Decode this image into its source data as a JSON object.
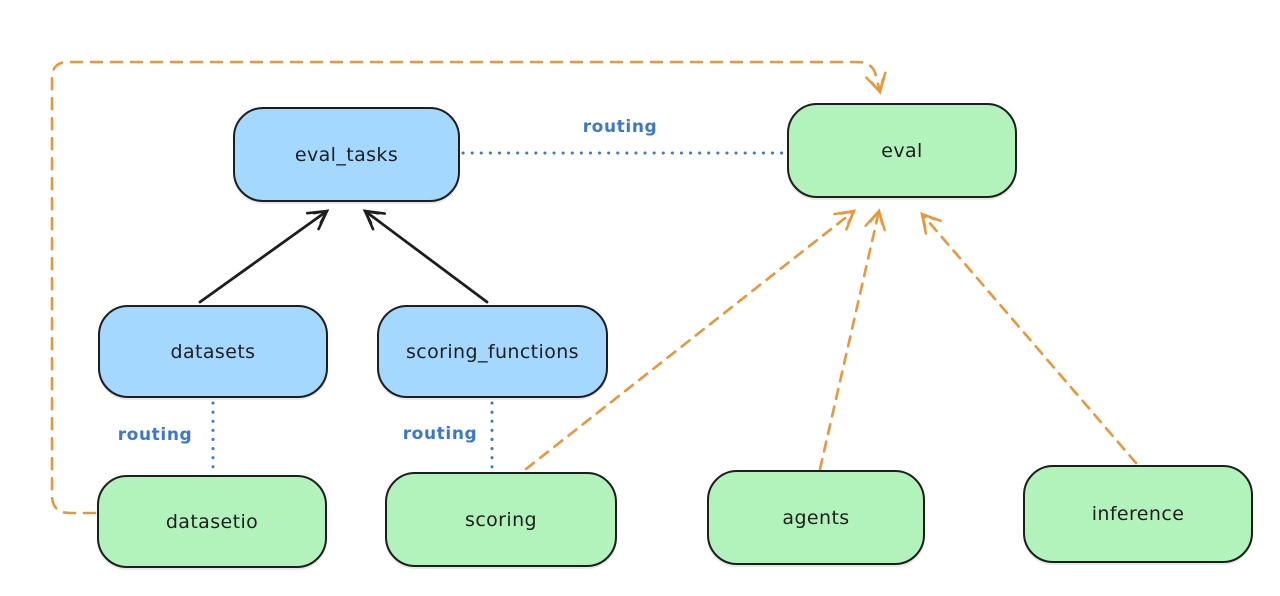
{
  "diagram": {
    "nodes": [
      {
        "id": "eval_tasks",
        "label": "eval_tasks",
        "kind": "registry",
        "fill": "#a5d8ff"
      },
      {
        "id": "eval",
        "label": "eval",
        "kind": "api",
        "fill": "#b2f2bb"
      },
      {
        "id": "datasets",
        "label": "datasets",
        "kind": "registry",
        "fill": "#a5d8ff"
      },
      {
        "id": "scoring_functions",
        "label": "scoring_functions",
        "kind": "registry",
        "fill": "#a5d8ff"
      },
      {
        "id": "datasetio",
        "label": "datasetio",
        "kind": "api",
        "fill": "#b2f2bb"
      },
      {
        "id": "scoring",
        "label": "scoring",
        "kind": "api",
        "fill": "#b2f2bb"
      },
      {
        "id": "agents",
        "label": "agents",
        "kind": "api",
        "fill": "#b2f2bb"
      },
      {
        "id": "inference",
        "label": "inference",
        "kind": "api",
        "fill": "#b2f2bb"
      }
    ],
    "edges": [
      {
        "from": "datasets",
        "to": "eval_tasks",
        "style": "solid-black-arrow"
      },
      {
        "from": "scoring_functions",
        "to": "eval_tasks",
        "style": "solid-black-arrow"
      },
      {
        "from": "eval_tasks",
        "to": "eval",
        "style": "dotted-blue",
        "label": "routing"
      },
      {
        "from": "datasets",
        "to": "datasetio",
        "style": "dotted-blue",
        "label": "routing"
      },
      {
        "from": "scoring_functions",
        "to": "scoring",
        "style": "dotted-blue",
        "label": "routing"
      },
      {
        "from": "datasetio",
        "to": "eval",
        "style": "dashed-orange-arrow"
      },
      {
        "from": "scoring",
        "to": "eval",
        "style": "dashed-orange-arrow"
      },
      {
        "from": "agents",
        "to": "eval",
        "style": "dashed-orange-arrow"
      },
      {
        "from": "inference",
        "to": "eval",
        "style": "dashed-orange-arrow"
      }
    ],
    "edge_labels": {
      "routing_top": "routing",
      "routing_datasets": "routing",
      "routing_scoring": "routing"
    },
    "colors": {
      "blue_fill": "#a5d8ff",
      "green_fill": "#b2f2bb",
      "stroke": "#1e1e1e",
      "orange": "#e8973a",
      "routing_blue": "#3b77cc",
      "background": "#ffffff"
    }
  }
}
